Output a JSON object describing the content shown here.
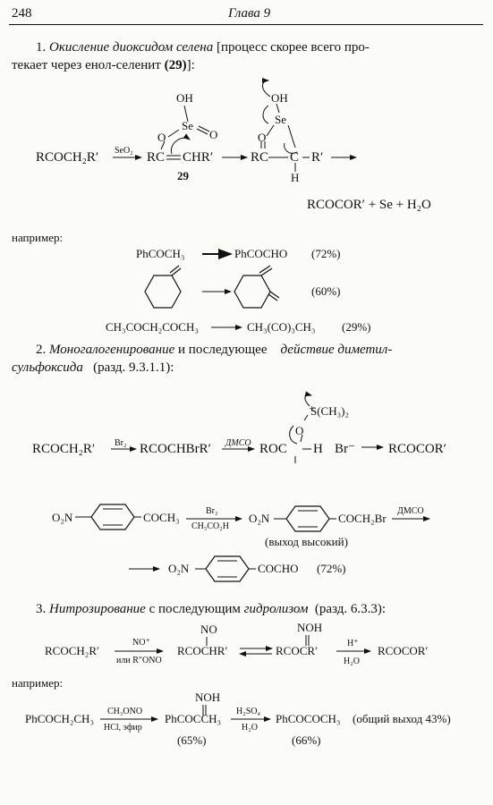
{
  "header": {
    "page_number": "248",
    "chapter": "Глава 9"
  },
  "s1": {
    "number": "1.",
    "title": "Окисление диоксидом селена",
    "text1": "[процесс скорее всего про-",
    "text2": "текает через енол-селенит",
    "ref": "(29)",
    "text2_end": "]:",
    "reactant": "RCOCH₂R′",
    "reagent": "SeO₂",
    "ester_left": "RC",
    "ester_right": "CHR′",
    "label_29": "29",
    "int_left": "RC",
    "int_c": "C",
    "int_right": "R′",
    "int_h": "H",
    "product": "RCOCOR′ + Se + H₂O",
    "oh": "OH",
    "se": "Se",
    "o": "O",
    "example_label": "например:",
    "ex1_reactant": "PhCOCH₃",
    "ex1_product": "PhCOCHO",
    "ex1_yield": "(72%)",
    "ex2_yield": "(60%)",
    "ex3_reactant": "CH₃COCH₂COCH₃",
    "ex3_product": "CH₃(CO)₃CH₃",
    "ex3_yield": "(29%)"
  },
  "s2": {
    "number": "2.",
    "title_a": "Моногалогенирование",
    "mid": "и последующее",
    "title_b": "действие диметил-",
    "title_c": "сульфоксида",
    "ref": "(разд. 9.3.1.1):",
    "reactant": "RCOCH₂R′",
    "reagent1": "Br₂",
    "int1": "RCOCHBrR′",
    "reagent2": "ДМСО",
    "int2": "ROC",
    "int2_h": "H",
    "br_ion": "Br⁻",
    "sulfonium": "S(CH₃)₂",
    "plus": "+",
    "o": "O",
    "product": "RCOCOR′",
    "o2n": "O₂N",
    "ex_sub1": "COCH₃",
    "ex_reagent1": "Br₂",
    "ex_reagent1b": "CH₃CO₂H",
    "ex_sub2": "COCH₂Br",
    "ex_reagent2": "ДМСО",
    "ex_yield_note": "(выход высокий)",
    "ex_sub3": "COCHO",
    "ex_yield": "(72%)"
  },
  "s3": {
    "number": "3.",
    "title_a": "Нитрозирование",
    "mid": "с последующим",
    "title_b": "гидролизом",
    "ref": "(разд. 6.3.3):",
    "reactant": "RCOCH₂R′",
    "reagent1": "NO⁺",
    "reagent1b": "или R″ONO",
    "nitroso_top": "NO",
    "int1": "RCOCHR′",
    "oxime_top": "NOH",
    "int2": "RCOCR′",
    "reagent2": "H⁺",
    "reagent2b": "H₂O",
    "product": "RCOCOR′",
    "example_label": "например:",
    "ex_reactant": "PhCOCH₂CH₃",
    "ex_reagent1": "CH₃ONO",
    "ex_reagent1b": "HCl, эфир",
    "ex_oxime_top": "NOH",
    "ex_int": "PhCOCCH₃",
    "ex_int_yield": "(65%)",
    "ex_reagent2": "H₂SO₄",
    "ex_reagent2b": "H₂O",
    "ex_product": "PhCOCOCH₃",
    "ex_product_note": "(общий выход 43%)",
    "ex_product_yield": "(66%)"
  }
}
